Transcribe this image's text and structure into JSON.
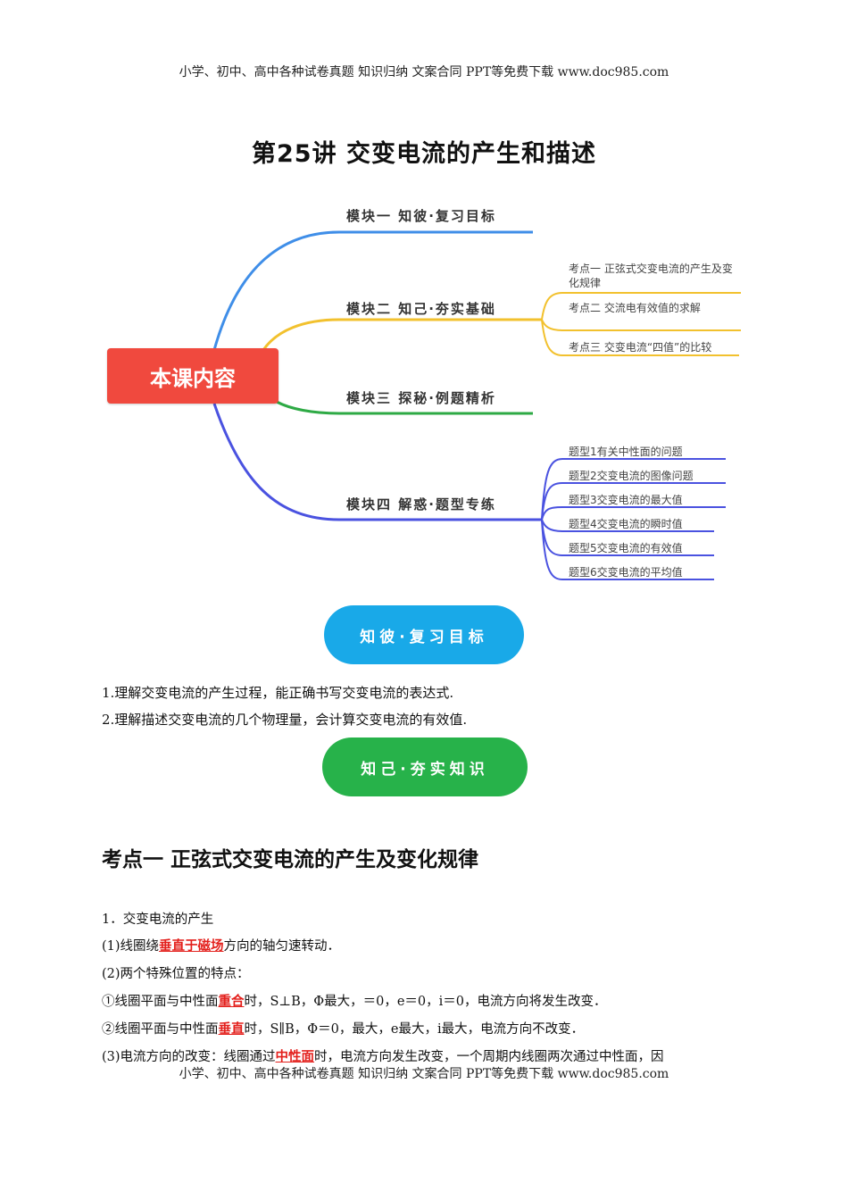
{
  "header": {
    "text": "小学、初中、高中各种试卷真题 知识归纳 文案合同 PPT等免费下载 www.doc985.com"
  },
  "footer": {
    "text": "小学、初中、高中各种试卷真题 知识归纳 文案合同 PPT等免费下载 www.doc985.com"
  },
  "title": "第25讲 交变电流的产生和描述",
  "mindmap": {
    "center": "本课内容",
    "branches": [
      {
        "label": "模块一 知彼·复习目标",
        "color": "#3f8ee8"
      },
      {
        "label": "模块二 知己·夯实基础",
        "color": "#f2c12e",
        "leaves": [
          "考点一 正弦式交变电流的产生及变化规律",
          "考点二 交流电有效值的求解",
          "考点三 交变电流“四值”的比较"
        ]
      },
      {
        "label": "模块三 探秘·例题精析",
        "color": "#2eaa45"
      },
      {
        "label": "模块四 解惑·题型专练",
        "color": "#4a52e0",
        "leaves": [
          "题型1有关中性面的问题",
          "题型2交变电流的图像问题",
          "题型3交变电流的最大值",
          "题型4交变电流的瞬时值",
          "题型5交变电流的有效值",
          "题型6交变电流的平均值"
        ]
      }
    ]
  },
  "pill_review": "知彼·复习目标",
  "objectives": [
    "1.理解交变电流的产生过程，能正确书写交变电流的表达式.",
    "2.理解描述交变电流的几个物理量，会计算交变电流的有效值."
  ],
  "pill_basics": "知己·夯实知识",
  "section": {
    "heading": "考点一 正弦式交变电流的产生及变化规律",
    "line1": "1．交变电流的产生",
    "line2_pre": "(1)线圈绕",
    "line2_hl": "垂直于磁场",
    "line2_post": "方向的轴匀速转动．",
    "line3": "(2)两个特殊位置的特点：",
    "line4_pre": "①线圈平面与中性面",
    "line4_hl": "重合",
    "line4_post": "时，S⊥B，Φ最大，＝0，e＝0，i＝0，电流方向将发生改变．",
    "line5_pre": "②线圈平面与中性面",
    "line5_hl": "垂直",
    "line5_post": "时，S∥B，Φ＝0，最大，e最大，i最大，电流方向不改变．",
    "line6_pre": "(3)电流方向的改变：线圈通过",
    "line6_hl": "中性面",
    "line6_post": "时，电流方向发生改变，一个周期内线圈两次通过中性面，因"
  }
}
